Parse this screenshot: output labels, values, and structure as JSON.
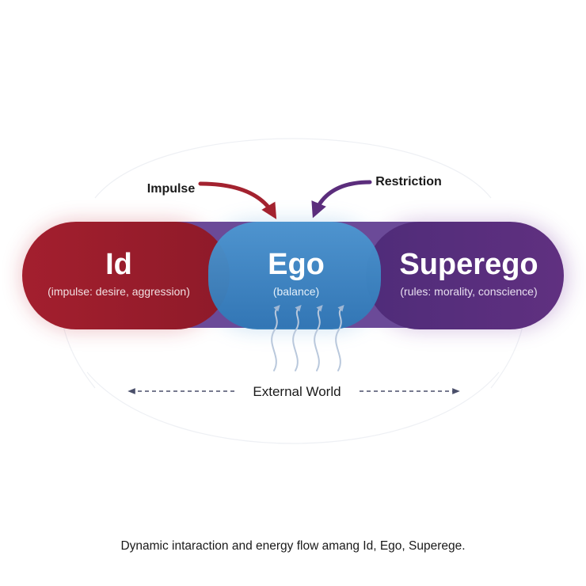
{
  "diagram": {
    "id": {
      "title": "Id",
      "subtitle": "(impulse: desire, aggression)"
    },
    "ego": {
      "title": "Ego",
      "subtitle": "(balance)"
    },
    "superego": {
      "title": "Superego",
      "subtitle": "(rules: morality, conscience)"
    },
    "impulse_label": "Impulse",
    "restriction_label": "Restriction",
    "external_world_label": "External World",
    "caption": "Dynamic intaraction and energy flow amang Id, Ego, Superege."
  },
  "colors": {
    "id": "#9b1c2c",
    "ego": "#3a86c4",
    "superego": "#5b2d7c",
    "impulse_arrow": "#a3222f",
    "restriction_arrow": "#5b2d7c",
    "external_arrow": "#4a4f6a",
    "text_dark": "#1a1a1a",
    "text_light": "#ffffff"
  }
}
